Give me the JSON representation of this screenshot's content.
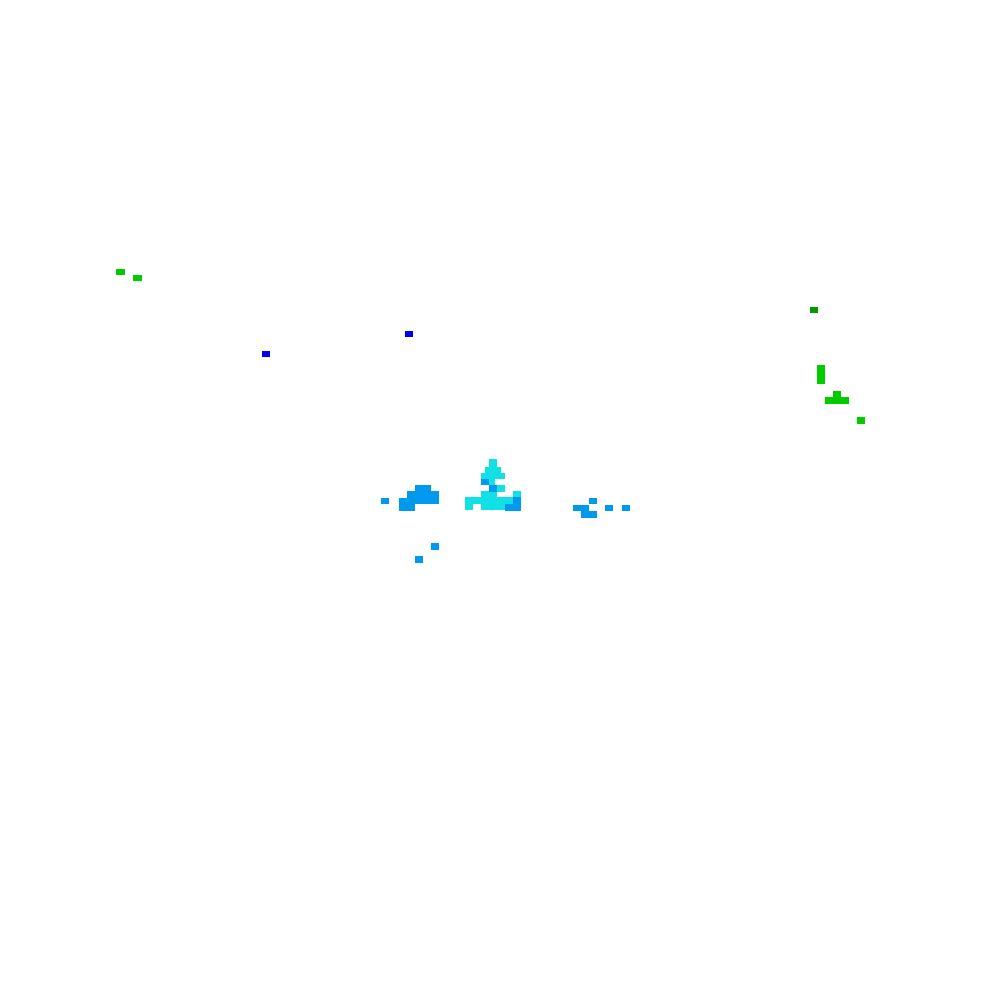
{
  "map": {
    "type": "radar-precipitation-overlay",
    "background": "#ffffff",
    "palette": {
      "light_green": "#00cc00",
      "dark_green": "#009900",
      "blue": "#0000ee",
      "medium_blue": "#0099ee",
      "cyan": "#11e0e6"
    },
    "echo_clusters": [
      {
        "name": "northwest-green-echoes",
        "color_key": "light_green"
      },
      {
        "name": "central-blue-echoes",
        "color_key": "blue"
      },
      {
        "name": "central-cyan-echoes",
        "color_key": "cyan"
      },
      {
        "name": "central-medium-blue-echoes",
        "color_key": "medium_blue"
      },
      {
        "name": "east-green-echoes",
        "color_key": "light_green"
      },
      {
        "name": "east-dark-green-echo",
        "color_key": "dark_green"
      }
    ]
  }
}
